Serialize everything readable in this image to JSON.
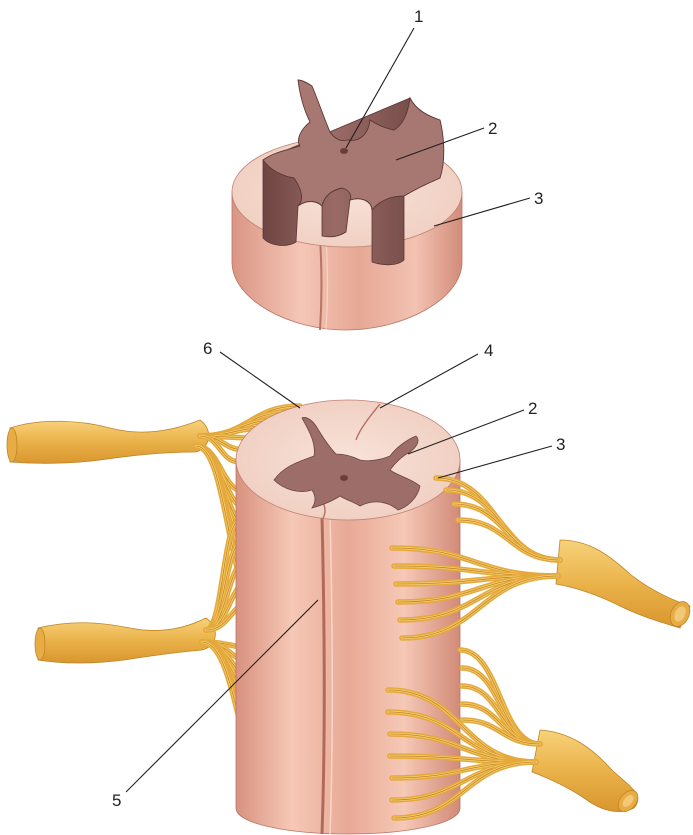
{
  "labels": {
    "l1": "1",
    "l2_top": "2",
    "l3_top": "3",
    "l6": "6",
    "l4": "4",
    "l2_bottom": "2",
    "l3_bottom": "3",
    "l5": "5"
  },
  "colors": {
    "white_matter": "#f2c7b8",
    "white_matter_shadow": "#dc9a8a",
    "white_matter_top": "#f6dcd2",
    "grey_matter": "#a77872",
    "grey_matter_dark": "#7a4f4c",
    "nerve_fibre": "#e4a93a",
    "nerve_highlight": "#f6cd6e",
    "label_text": "#231f20"
  }
}
